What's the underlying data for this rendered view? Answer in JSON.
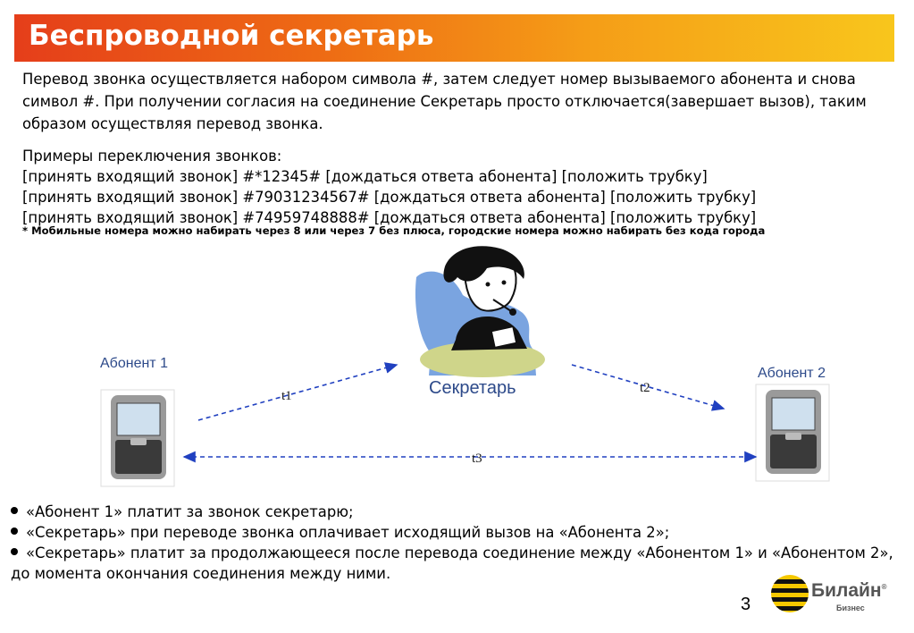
{
  "header": {
    "title": "Беспроводной секретарь",
    "bar_color_start": "#e53e1a",
    "bar_color_end": "#f8c61c"
  },
  "intro": "Перевод звонка осуществляется набором символа #, затем следует номер вызываемого абонента и снова символ #. При получении согласия на соединение Секретарь просто отключается(завершает вызов), таким образом осуществляя перевод звонка.",
  "examples": {
    "heading": "Примеры переключения звонков:",
    "lines": [
      "[принять входящий звонок] #*12345# [дождаться ответа абонента] [положить трубку]",
      "[принять входящий звонок] #79031234567# [дождаться ответа абонента] [положить трубку]",
      "[принять входящий звонок] #74959748888# [дождаться ответа абонента] [положить трубку]"
    ]
  },
  "note": "* Мобильные номера можно набирать через 8 или через 7 без плюса, городские номера можно набирать без кода города",
  "diagram": {
    "subscriber1": "Абонент 1",
    "subscriber2": "Абонент 2",
    "secretary": "Секретарь",
    "t1": "t1",
    "t2": "t2",
    "t3": "t3",
    "label_color": "#2d4a8a",
    "arrow_color": "#2040c0"
  },
  "bullets": [
    "«Абонент 1» платит за звонок секретарю;",
    "«Секретарь» при переводе звонка оплачивает исходящий вызов на «Абонента 2»;",
    "«Секретарь» платит за продолжающееся после перевода соединение между «Абонентом 1» и «Абонентом 2», до момента окончания соединения между ними."
  ],
  "footer": {
    "page_number": "3",
    "logo_name": "Билайн",
    "logo_mark": "®",
    "logo_sub": "Бизнес"
  }
}
